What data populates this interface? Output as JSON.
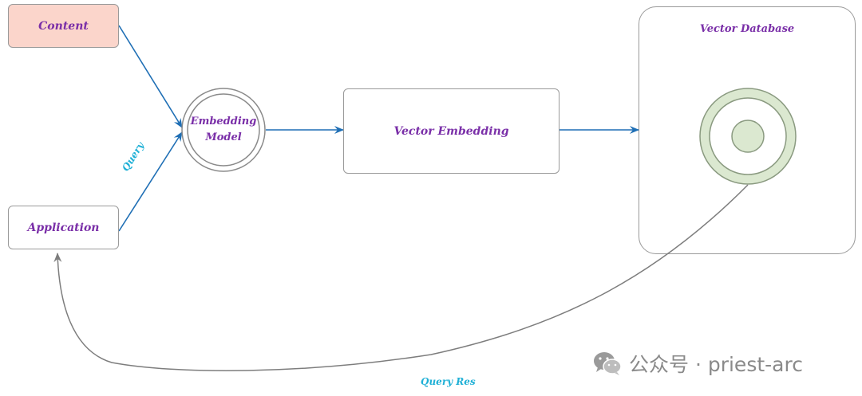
{
  "nodes": {
    "content": "Content",
    "application": "Application",
    "embedding_model_line1": "Embedding",
    "embedding_model_line2": "Model",
    "vector_embedding": "Vector Embedding",
    "vector_database": "Vector Database"
  },
  "edges": {
    "query": "Query",
    "query_res": "Query Res"
  },
  "watermark": {
    "text": "公众号 · priest-arc"
  },
  "colors": {
    "node_text": "#7a2fa8",
    "edge_label": "#1fb0d6",
    "arrow_blue": "#1f6fb5",
    "arrow_gray": "#7d7d7d",
    "content_fill": "#fbd5cb",
    "db_icon_fill": "#dbe8d0"
  }
}
